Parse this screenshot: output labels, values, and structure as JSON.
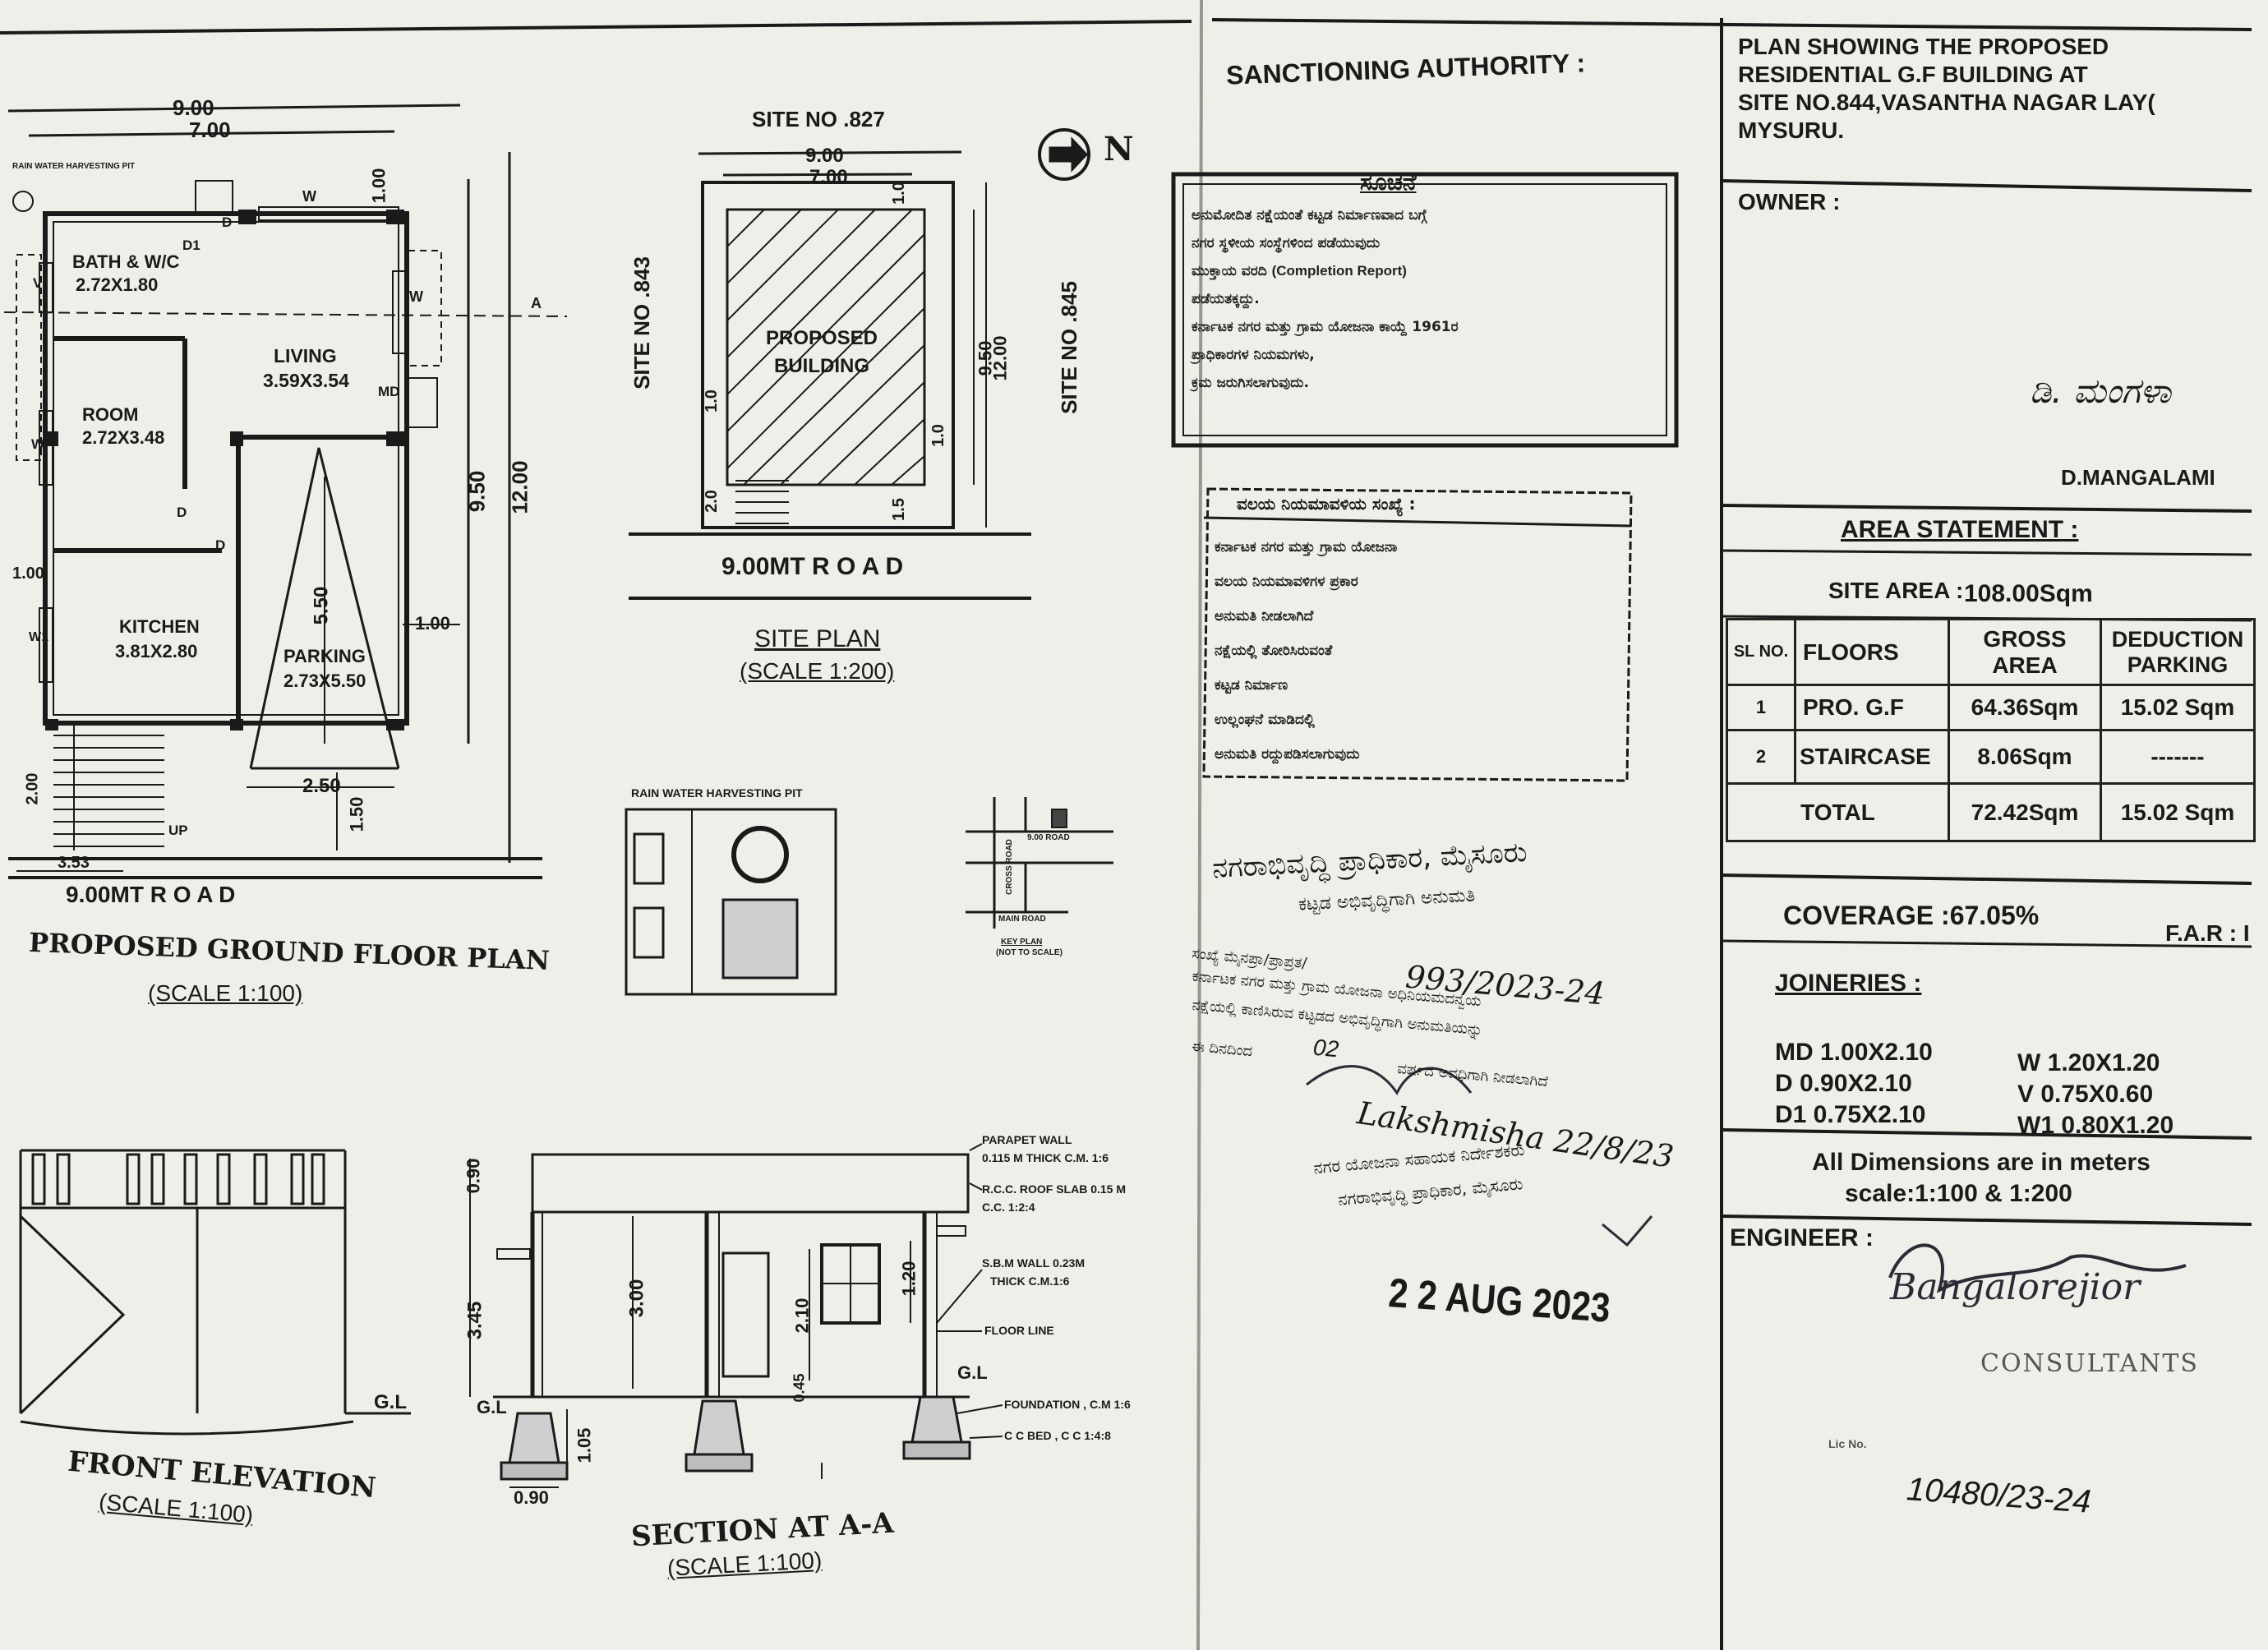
{
  "plan": {
    "title": "PROPOSED GROUND FLOOR PLAN",
    "scale": "(SCALE 1:100)",
    "dim_top_outer": "9.00",
    "dim_top_inner": "7.00",
    "dim_side_outer": "12.00",
    "dim_side_inner": "9.50",
    "road": "9.00MT R O A D",
    "rwh_small": "RAIN WATER HARVESTING PIT",
    "rooms": [
      {
        "name": "BATH & W/C",
        "size": "2.72X1.80"
      },
      {
        "name": "LIVING",
        "size": "3.59X3.54"
      },
      {
        "name": "ROOM",
        "size": "2.72X3.48"
      },
      {
        "name": "KITCHEN",
        "size": "3.81X2.80"
      },
      {
        "name": "PARKING",
        "size": "2.73X5.50"
      }
    ],
    "labels": {
      "w": "W",
      "d": "D",
      "d1": "D1",
      "v": "V",
      "w1": "W1",
      "md": "MD",
      "up": "UP",
      "a": "A",
      "dim_100_top": "1.00",
      "dim_100_left": "1.00",
      "dim_100_right": "1.00",
      "dim_550": "5.50",
      "dim_250": "2.50",
      "dim_150": "1.50",
      "dim_353": "3.53",
      "dim_200": "2.00"
    }
  },
  "site": {
    "title": "SITE PLAN",
    "scale": "(SCALE 1:200)",
    "site_top": "SITE NO .827",
    "site_left": "SITE NO .843",
    "site_right": "SITE NO .845",
    "building": "PROPOSED BUILDING",
    "road": "9.00MT R O A D",
    "dim_outer_w": "9.00",
    "dim_inner_w": "7.00",
    "dim_outer_h": "12.00",
    "dim_inner_h": "9.50",
    "dim_10a": "1.0",
    "dim_10b": "1.0",
    "dim_10c": "1.0",
    "dim_20": "2.0",
    "dim_15": "1.5",
    "north": "N"
  },
  "rwh": {
    "title": "RAIN WATER HARVESTING PIT"
  },
  "keyplan": {
    "road": "9.00 ROAD",
    "cross": "CROSS ROAD",
    "main": "MAIN ROAD",
    "title": "KEY PLAN",
    "note": "(NOT TO SCALE)"
  },
  "elevation": {
    "title": "FRONT ELEVATION",
    "scale": "(SCALE 1:100)",
    "gl": "G.L"
  },
  "section": {
    "title": "SECTION AT A-A",
    "scale": "(SCALE 1:100)",
    "gl_left": "G.L",
    "gl_right": "G.L",
    "dims": {
      "d090": "0.90",
      "d345": "3.45",
      "d300": "3.00",
      "d210": "2.10",
      "d120": "1.20",
      "d045": "0.45",
      "d105": "1.05",
      "d090b": "0.90"
    },
    "notes": [
      "PARAPET WALL",
      "0.115 M THICK C.M. 1:6",
      "R.C.C. ROOF SLAB 0.15 M",
      "C.C. 1:2:4",
      "S.B.M WALL 0.23M",
      "THICK C.M.1:6",
      "FLOOR LINE",
      "FOUNDATION , C.M 1:6",
      "C C BED , C C 1:4:8"
    ]
  },
  "sanction": {
    "heading": "SANCTIONING AUTHORITY :",
    "stamp1_title": "ಸೂಚನೆ",
    "stamp1_lines": [
      "ಅನುಮೋದಿತ ನಕ್ಷೆಯಂತೆ ಕಟ್ಟಡ ನಿರ್ಮಾಣವಾದ ಬಗ್ಗೆ",
      "ನಗರ ಸ್ಥಳೀಯ ಸಂಸ್ಥೆಗಳಿಂದ ಪಡೆಯುವುದು",
      "ಮುಕ್ತಾಯ ವರದಿ",
      "(Completion Report)",
      "ಪಡೆಯತಕ್ಕದ್ದು.",
      "ಕರ್ನಾಟಕ ನಗರ ಮತ್ತು ಗ್ರಾಮ ಯೋಜನಾ ಕಾಯ್ದೆ 1961ರ",
      "ಪ್ರಾಧಿಕಾರಗಳ ನಿಯಮಗಳು,",
      "ಕ್ರಮ ಜರುಗಿಸಲಾಗುವುದು."
    ],
    "stamp2_title": "ವಲಯ ನಿಯಮಾವಳಿಯ ಸಂಖ್ಯೆ :",
    "stamp2_lines": [
      "ಕರ್ನಾಟಕ ನಗರ ಮತ್ತು ಗ್ರಾಮ ಯೋಜನಾ",
      "ವಲಯ ನಿಯಮಾವಳಿಗಳ ಪ್ರಕಾರ",
      "ಅನುಮತಿ ನೀಡಲಾಗಿದೆ",
      "ನಕ್ಷೆಯಲ್ಲಿ ತೋರಿಸಿರುವಂತೆ",
      "ಕಟ್ಟಡ ನಿರ್ಮಾಣ",
      "ಉಲ್ಲಂಘನೆ ಮಾಡಿದಲ್ಲಿ",
      "ಅನುಮತಿ ರದ್ದುಪಡಿಸಲಾಗುವುದು"
    ],
    "authority": "ನಗರಾಭಿವೃದ್ಧಿ ಪ್ರಾಧಿಕಾರ, ಮೈಸೂರು",
    "authority_sub": "ಕಟ್ಟಡ ಅಭಿವೃದ್ಧಿಗಾಗಿ ಅನುಮತಿ",
    "num_prefix": "ಸಂಖ್ಯೆ ಮೈನಪ್ರಾ/ಪ್ರಾಪ್ರತ/",
    "num_hand": "993/2023-24",
    "line2": "ಕರ್ನಾಟಕ ನಗರ ಮತ್ತು ಗ್ರಾಮ ಯೋಜನಾ ಅಧಿನಿಯಮದನ್ವಯ",
    "line3": "ನಕ್ಷೆಯಲ್ಲಿ ಕಾಣಿಸಿರುವ ಕಟ್ಟಡದ ಅಭಿವೃದ್ಧಿಗಾಗಿ ಅನುಮತಿಯನ್ನು",
    "line4a": "ಈ ದಿನದಿಂದ",
    "line4_hand": "02",
    "line4b": "ವರ್ಷದ ಅವಧಿಗಾಗಿ ನೀಡಲಾಗಿದೆ",
    "signature": "Lakshmisha 22/8/23",
    "sig_title1": "ನಗರ ಯೋಜನಾ ಸಹಾಯಕ ನಿರ್ದೇಶಕರು",
    "sig_title2": "ನಗರಾಭಿವೃದ್ಧಿ ಪ್ರಾಧಿಕಾರ, ಮೈಸೂರು",
    "date": "2 2 AUG 2023"
  },
  "titleblock": {
    "title_lines": [
      "PLAN SHOWING THE PROPOSED",
      "RESIDENTIAL G.F BUILDING AT",
      "SITE NO.844,VASANTHA NAGAR LAY(",
      "MYSURU."
    ],
    "owner_label": "OWNER :",
    "owner_sign": "ಡಿ. ಮಂಗಳಾ",
    "owner_name": "D.MANGALAMI",
    "area_heading": "AREA STATEMENT :",
    "site_area_label": "SITE AREA :",
    "site_area_value": "108.00Sqm",
    "table": {
      "headers": [
        "SL NO.",
        "FLOORS",
        "GROSS AREA",
        "DEDUCTION PARKING"
      ],
      "rows": [
        [
          "1",
          "PRO. G.F",
          "64.36Sqm",
          "15.02 Sqm"
        ],
        [
          "2",
          "STAIRCASE",
          "8.06Sqm",
          "-------"
        ]
      ],
      "total": [
        "TOTAL",
        "72.42Sqm",
        "15.02 Sqm"
      ]
    },
    "coverage": "COVERAGE :67.05%",
    "far": "F.A.R : I",
    "joineries_label": "JOINERIES :",
    "joineries_left": [
      "MD 1.00X2.10",
      "D 0.90X2.10",
      "D1 0.75X2.10"
    ],
    "joineries_right": [
      "W 1.20X1.20",
      "V 0.75X0.60",
      "W1 0.80X1.20"
    ],
    "dims_note": "All Dimensions are in meters",
    "scale_note": "scale:1:100 & 1:200",
    "engineer_label": "ENGINEER :",
    "engineer_sign": "Bangalorejior",
    "consultants": "CONSULTANTS",
    "lic": "Lic No.",
    "reg_hand": "10480/23-24"
  }
}
